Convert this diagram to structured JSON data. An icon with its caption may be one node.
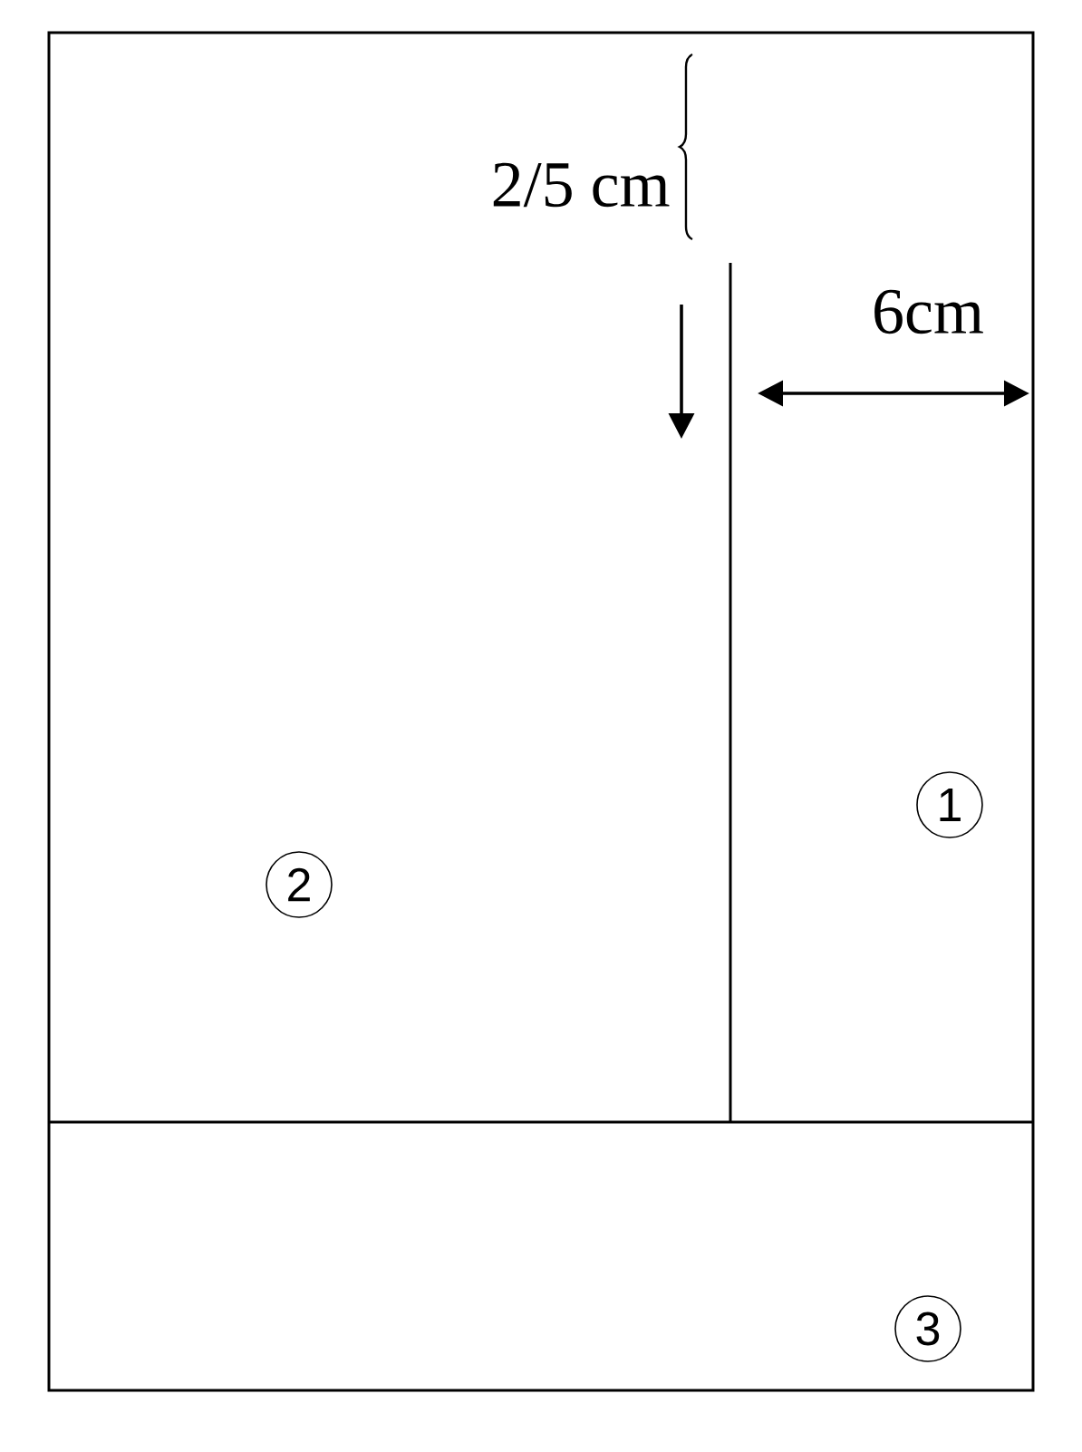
{
  "diagram": {
    "labels": [
      "2/5 cm",
      "6cm",
      "1",
      "2",
      "3"
    ]
  }
}
